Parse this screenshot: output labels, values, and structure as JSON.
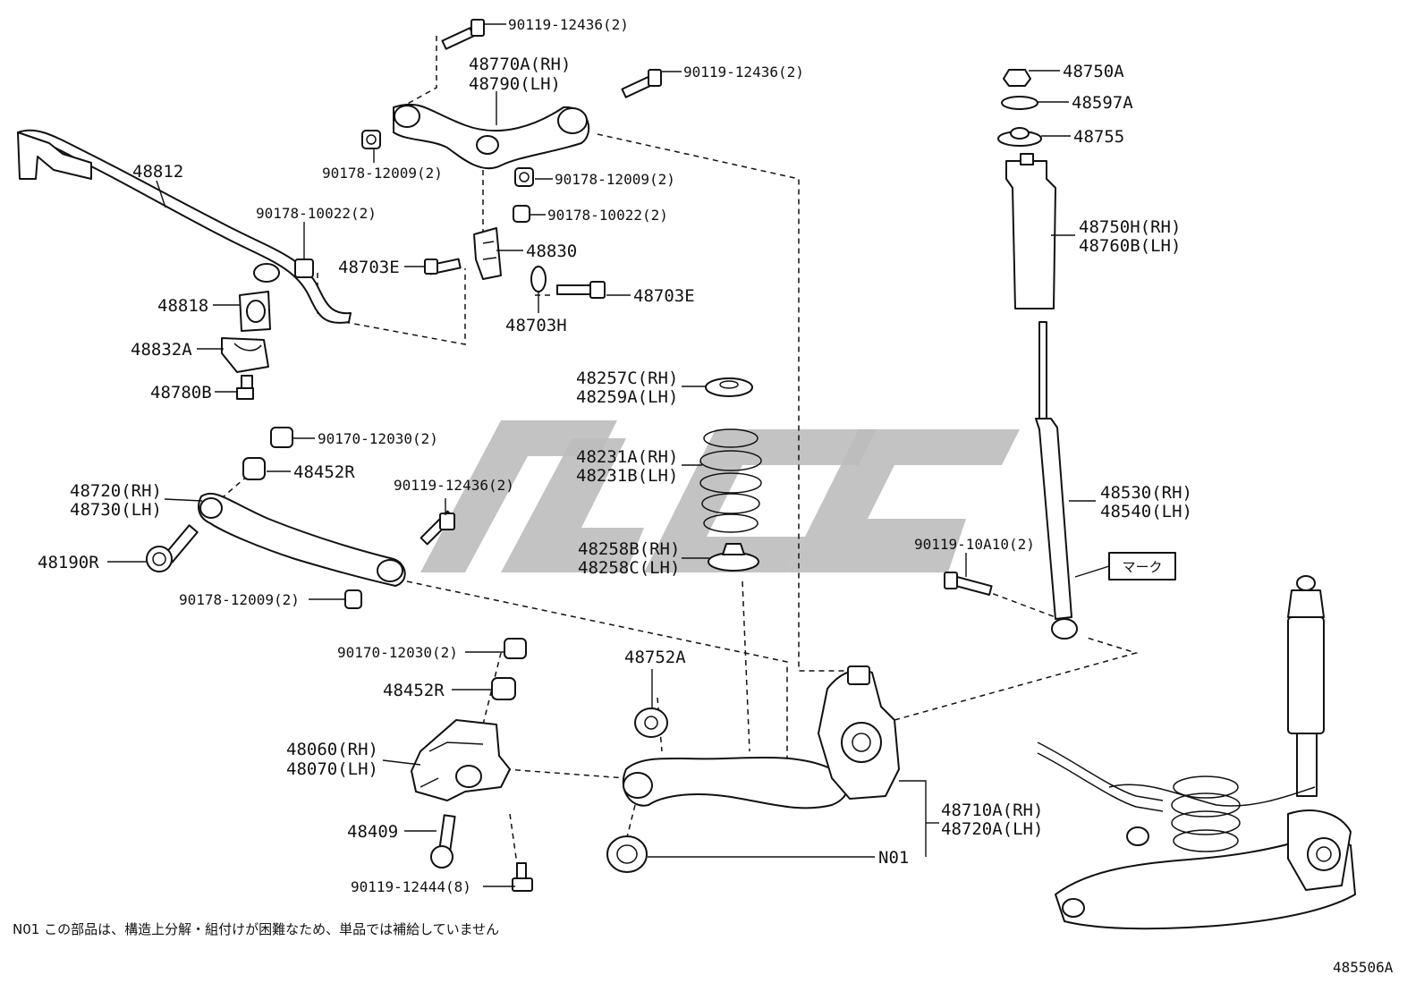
{
  "labels": {
    "bolt_top_1": "90119-12436(2)",
    "bolt_top_2": "90119-12436(2)",
    "upper_arm_rh": "48770A(RH)",
    "upper_arm_lh": "48790(LH)",
    "nut_upper_left": "90178-12009(2)",
    "nut_upper_right": "90178-12009(2)",
    "stabilizer_bar": "48812",
    "nut_stab_link": "90178-10022(2)",
    "nut_bracket": "90178-10022(2)",
    "bracket": "48830",
    "bolt_bracket_left": "48703E",
    "bolt_bracket_right": "48703E",
    "washer": "48703H",
    "stab_bushing": "48818",
    "bushing_bracket": "48832A",
    "bracket_bolt": "48780B",
    "upper_seat_rh": "48257C(RH)",
    "upper_seat_lh": "48259A(LH)",
    "spring_rh": "48231A(RH)",
    "spring_lh": "48231B(LH)",
    "lower_seat_rh": "48258B(RH)",
    "lower_seat_lh": "48258C(LH)",
    "nut_rod_1": "90170-12030(2)",
    "cushion_1": "48452R",
    "bolt_rod": "90119-12436(2)",
    "lower_rod_rh": "48720(RH)",
    "lower_rod_lh": "48730(LH)",
    "rod_bolt": "48190R",
    "nut_rod_2": "90178-12009(2)",
    "nut_carrier": "90170-12030(2)",
    "cushion_2": "48452R",
    "carrier_rh": "48060(RH)",
    "carrier_lh": "48070(LH)",
    "carrier_bolt": "48409",
    "bolt_carrier": "90119-12444(8)",
    "bound_stopper": "48752A",
    "lower_arm_rh": "48710A(RH)",
    "lower_arm_lh": "48720A(LH)",
    "n01": "N01",
    "mount_nut": "48750A",
    "mount_washer": "48597A",
    "mount_seat": "48755",
    "dust_boot_rh": "48750H(RH)",
    "dust_boot_lh": "48760B(LH)",
    "absorber_rh": "48530(RH)",
    "absorber_lh": "48540(LH)",
    "absorber_bolt": "90119-10A10(2)",
    "mark_box": "マーク"
  },
  "footnote": "N01 この部品は、構造上分解・組付けが困難なため、単品では補給していません",
  "figure_id": "485506A"
}
